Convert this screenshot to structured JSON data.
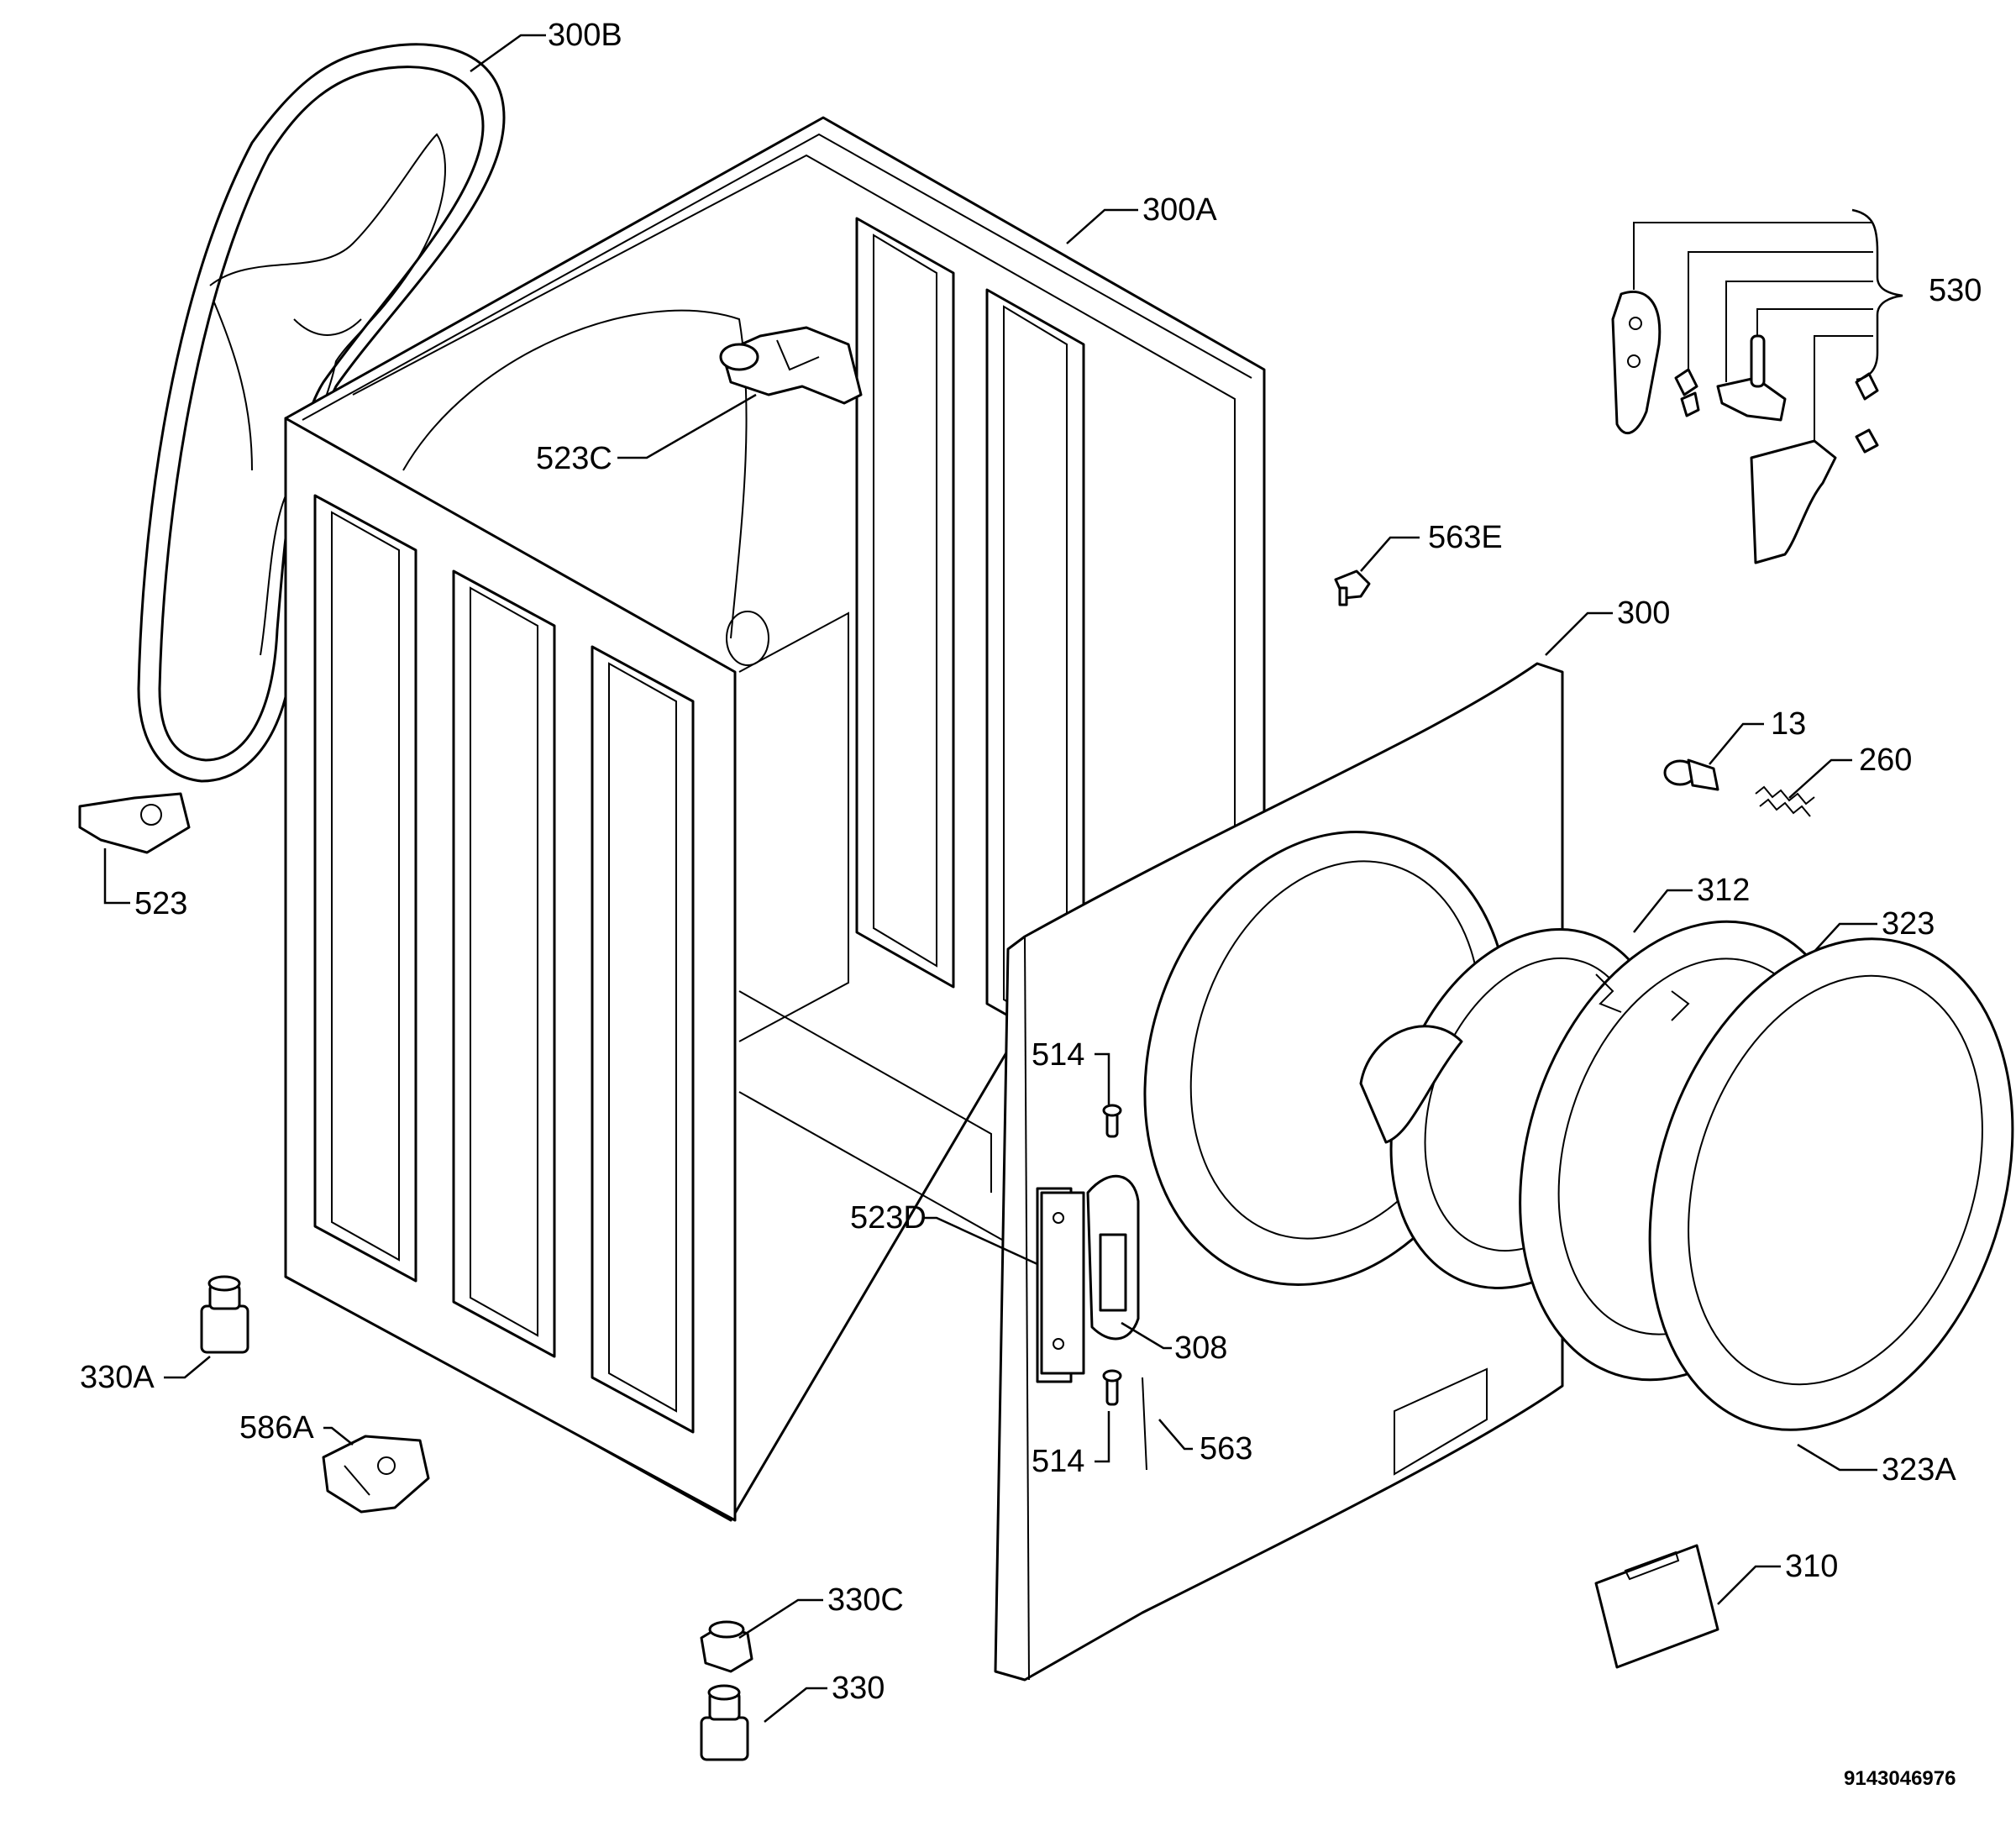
{
  "diagram": {
    "catalog_number": "9143046976",
    "callouts": {
      "p300B": "300B",
      "p300A": "300A",
      "p530": "530",
      "p523C": "523C",
      "p563E": "563E",
      "p300": "300",
      "p13": "13",
      "p260": "260",
      "p523": "523",
      "p312": "312",
      "p323": "323",
      "p514a": "514",
      "p523D": "523D",
      "p308": "308",
      "p514b": "514",
      "p563": "563",
      "p323A": "323A",
      "p330A": "330A",
      "p586A": "586A",
      "p310": "310",
      "p330C": "330C",
      "p330": "330"
    }
  }
}
